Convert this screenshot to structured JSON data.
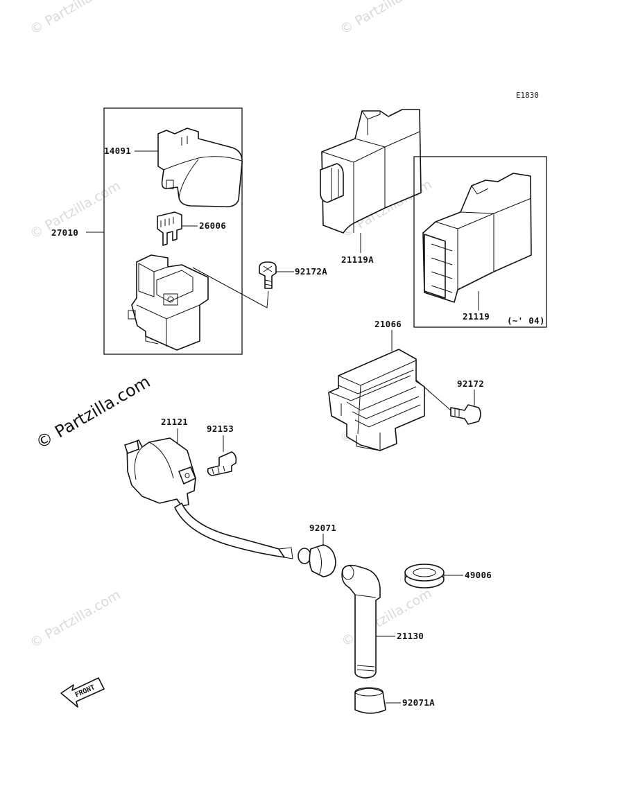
{
  "watermark": "© Partzilla.com",
  "ref_code": "E1830",
  "front_label": "FRONT",
  "parts": {
    "p14091": "14091",
    "p27010": "27010",
    "p26006": "26006",
    "p92172A": "92172A",
    "p21119A": "21119A",
    "p21119": "21119",
    "p21119_note": "(~' 04)",
    "p21066": "21066",
    "p92172": "92172",
    "p21121": "21121",
    "p92153": "92153",
    "p92071": "92071",
    "p49006": "49006",
    "p21130": "21130",
    "p92071A": "92071A"
  }
}
